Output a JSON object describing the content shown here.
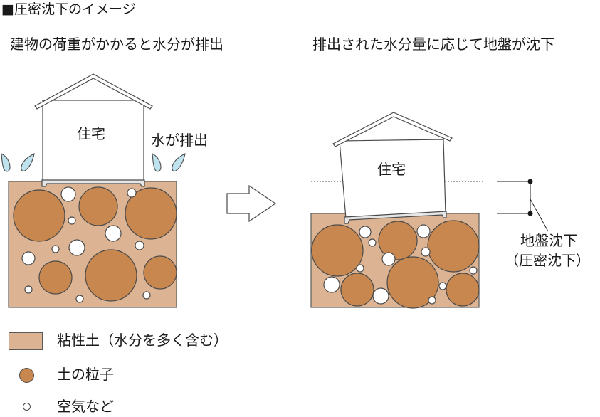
{
  "title": "■圧密沈下のイメージ",
  "left_panel": {
    "caption": "建物の荷重がかかると水分が排出",
    "house_label": "住宅",
    "water_label": "水が排出"
  },
  "right_panel": {
    "caption": "排出された水分量に応じて地盤が沈下",
    "house_label": "住宅",
    "settlement_label_line1": "地盤沈下",
    "settlement_label_line2": "（圧密沈下）"
  },
  "legend": {
    "soil": "粘性土（水分を多く含む）",
    "particle": "土の粒子",
    "air": "空気など"
  },
  "colors": {
    "soil": "#dcb493",
    "particle": "#c8874e",
    "outline": "#4a4a4a",
    "water": "#bfe3ee"
  },
  "icons": {
    "water_drop": "water-drop-icon",
    "arrow": "arrow-right-icon"
  }
}
